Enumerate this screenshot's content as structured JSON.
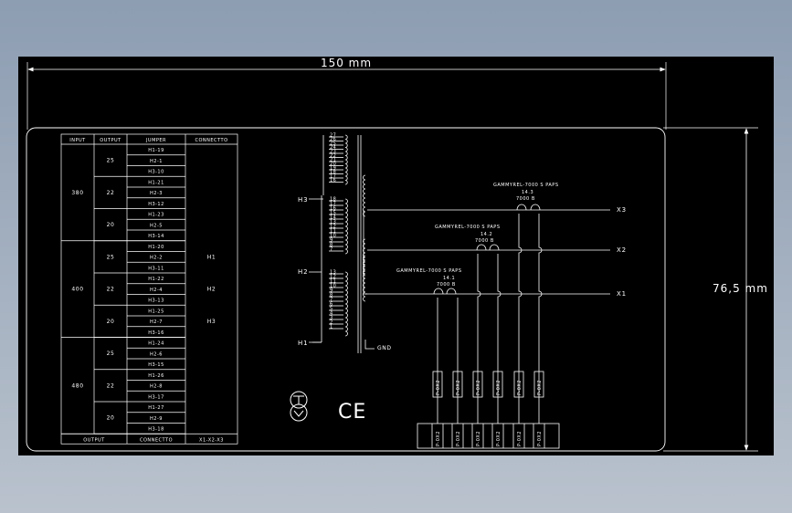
{
  "dimensions": {
    "width_label": "150 mm",
    "height_label": "76,5 mm"
  },
  "wiring_table": {
    "headers": [
      "INPUT",
      "OUTPUT",
      "JUMPER",
      "CONNECTTO"
    ],
    "groups": [
      {
        "input": "380",
        "outputs": [
          {
            "output": "25",
            "jumpers": [
              "H1-19",
              "H2-1",
              "H3-10"
            ]
          },
          {
            "output": "22",
            "jumpers": [
              "H1-21",
              "H2-3",
              "H3-12"
            ]
          },
          {
            "output": "20",
            "jumpers": [
              "H1-23",
              "H2-5",
              "H3-14"
            ]
          }
        ]
      },
      {
        "input": "400",
        "outputs": [
          {
            "output": "25",
            "jumpers": [
              "H1-20",
              "H2-2",
              "H3-11"
            ]
          },
          {
            "output": "22",
            "jumpers": [
              "H1-22",
              "H2-4",
              "H3-13"
            ]
          },
          {
            "output": "20",
            "jumpers": [
              "H1-25",
              "H2-7",
              "H3-16"
            ]
          }
        ]
      },
      {
        "input": "480",
        "outputs": [
          {
            "output": "25",
            "jumpers": [
              "H1-24",
              "H2-6",
              "H3-15"
            ]
          },
          {
            "output": "22",
            "jumpers": [
              "H1-26",
              "H2-8",
              "H3-17"
            ]
          },
          {
            "output": "20",
            "jumpers": [
              "H1-27",
              "H2-9",
              "H3-18"
            ]
          }
        ]
      }
    ],
    "connect_labels": [
      "H1",
      "H2",
      "H3"
    ],
    "footer": [
      "OUTPUT",
      "CONNECTTO",
      "X1-X2-X3"
    ]
  },
  "schematic": {
    "taps": [
      "H3",
      "H2",
      "H1"
    ],
    "ground": "GND",
    "outputs": [
      "X3",
      "X2",
      "X1"
    ],
    "ct_blocks": [
      {
        "model": "GAMMYREL-7000 S PAPS",
        "ratio": "14.3",
        "rating": "7000 B"
      },
      {
        "model": "GAMMYREL-7000 S PAPS",
        "ratio": "14.2",
        "rating": "7000 B"
      },
      {
        "model": "GAMMYREL-7000 S PAPS",
        "ratio": "14.1",
        "rating": "7000 B"
      }
    ],
    "terminal_label": "P-0X2",
    "marks": [
      "CE"
    ]
  }
}
